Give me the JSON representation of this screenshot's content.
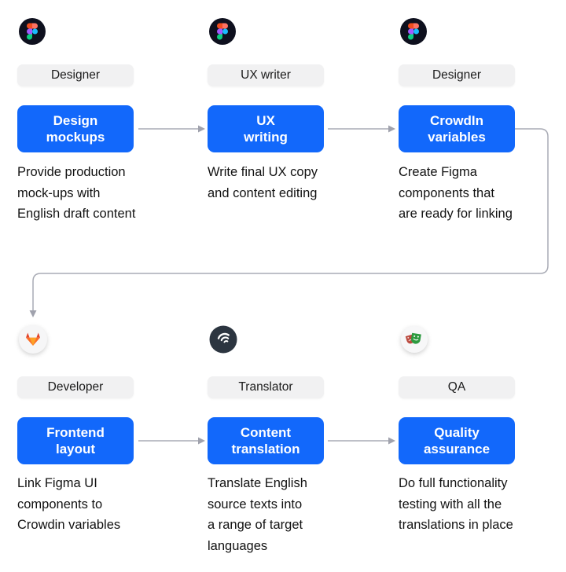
{
  "palette": {
    "action_button_blue": "#1268fb",
    "role_badge_bg": "#f1f1f2",
    "connector_gray": "#a9abb5",
    "figma_circle_bg": "#0e101e",
    "crowdin_circle_bg": "#2c3540",
    "gitlab_orange": "#fc6d26",
    "playwright_green": "#2c9a3f",
    "text_dark": "#121212"
  },
  "workflow": {
    "rows": [
      {
        "steps": [
          {
            "icon": "figma-icon",
            "role": "Designer",
            "action": "Design\nmockups",
            "description": "Provide production\nmock-ups with\nEnglish draft content"
          },
          {
            "icon": "figma-icon",
            "role": "UX writer",
            "action": "UX\nwriting",
            "description": "Write final UX copy\nand content editing"
          },
          {
            "icon": "figma-icon",
            "role": "Designer",
            "action": "CrowdIn\nvariables",
            "description": "Create Figma\ncomponents that\nare ready for linking"
          }
        ]
      },
      {
        "steps": [
          {
            "icon": "gitlab-icon",
            "role": "Developer",
            "action": "Frontend\nlayout",
            "description": "Link Figma UI\ncomponents to\nCrowdin variables"
          },
          {
            "icon": "crowdin-icon",
            "role": "Translator",
            "action": "Content\ntranslation",
            "description": "Translate English\nsource texts into\na range of target\nlanguages"
          },
          {
            "icon": "playwright-icon",
            "role": "QA",
            "action": "Quality\nassurance",
            "description": "Do full functionality\ntesting with all the\ntranslations in place"
          }
        ]
      }
    ]
  }
}
